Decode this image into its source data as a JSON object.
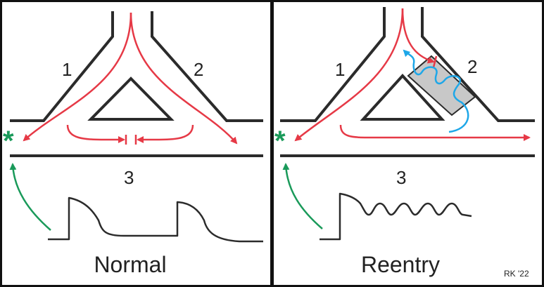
{
  "colors": {
    "frame": "#111111",
    "tissue": "#2b2b2b",
    "impulse": "#e63946",
    "reentry_wave": "#1ea7e8",
    "pacing": "#1a9a5a",
    "block_zone": "#c8c8c8",
    "trace": "#2b2b2b",
    "signature": "#9a9a9a"
  },
  "panels": [
    {
      "title": "Normal",
      "branch_labels": [
        "1",
        "2",
        "3"
      ],
      "pacing_marker": "*"
    },
    {
      "title": "Reentry",
      "branch_labels": [
        "1",
        "2",
        "3"
      ],
      "pacing_marker": "*"
    }
  ],
  "signature": "RK '22"
}
